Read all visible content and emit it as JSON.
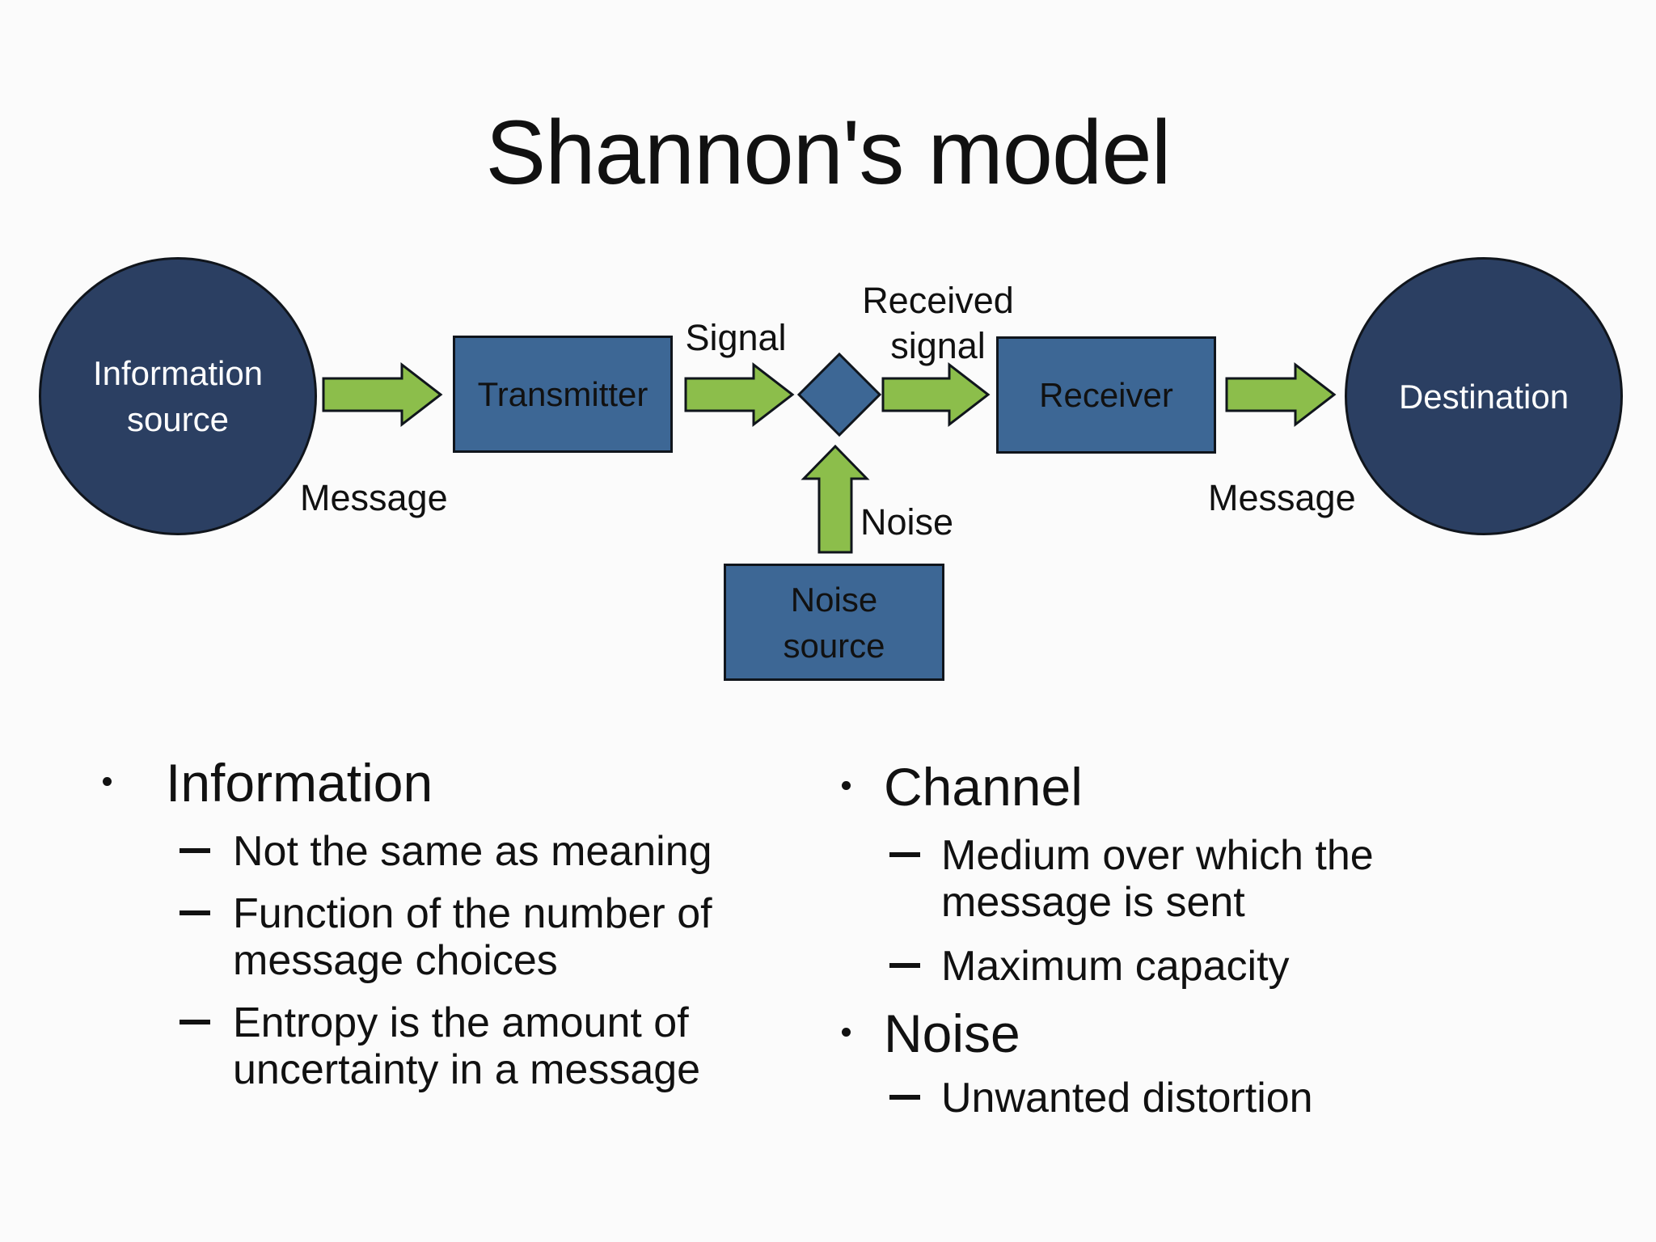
{
  "slide": {
    "title": "Shannon's model"
  },
  "colors": {
    "node_dark": "#2b3f62",
    "node_medium": "#3d6795",
    "arrow_green": "#8cbe4b",
    "outline": "#10151c",
    "text_dark": "#111111",
    "text_light": "#ffffff",
    "background": "#fbfbfb"
  },
  "diagram": {
    "nodes": [
      {
        "id": "information-source",
        "label": "Information\nsource"
      },
      {
        "id": "transmitter",
        "label": "Transmitter"
      },
      {
        "id": "receiver",
        "label": "Receiver"
      },
      {
        "id": "destination",
        "label": "Destination"
      },
      {
        "id": "noise-source",
        "label": "Noise\nsource"
      }
    ],
    "labels": {
      "message_left": "Message",
      "signal": "Signal",
      "received_signal": "Received\nsignal",
      "message_right": "Message",
      "noise": "Noise"
    }
  },
  "bullets": {
    "left": [
      {
        "title": "Information",
        "items": [
          "Not the same as meaning",
          "Function of the number of\nmessage choices",
          "Entropy is the amount of\nuncertainty in a message"
        ]
      }
    ],
    "right": [
      {
        "title": "Channel",
        "items": [
          "Medium over which the\nmessage is sent",
          "Maximum capacity"
        ]
      },
      {
        "title": "Noise",
        "items": [
          "Unwanted distortion"
        ]
      }
    ]
  }
}
